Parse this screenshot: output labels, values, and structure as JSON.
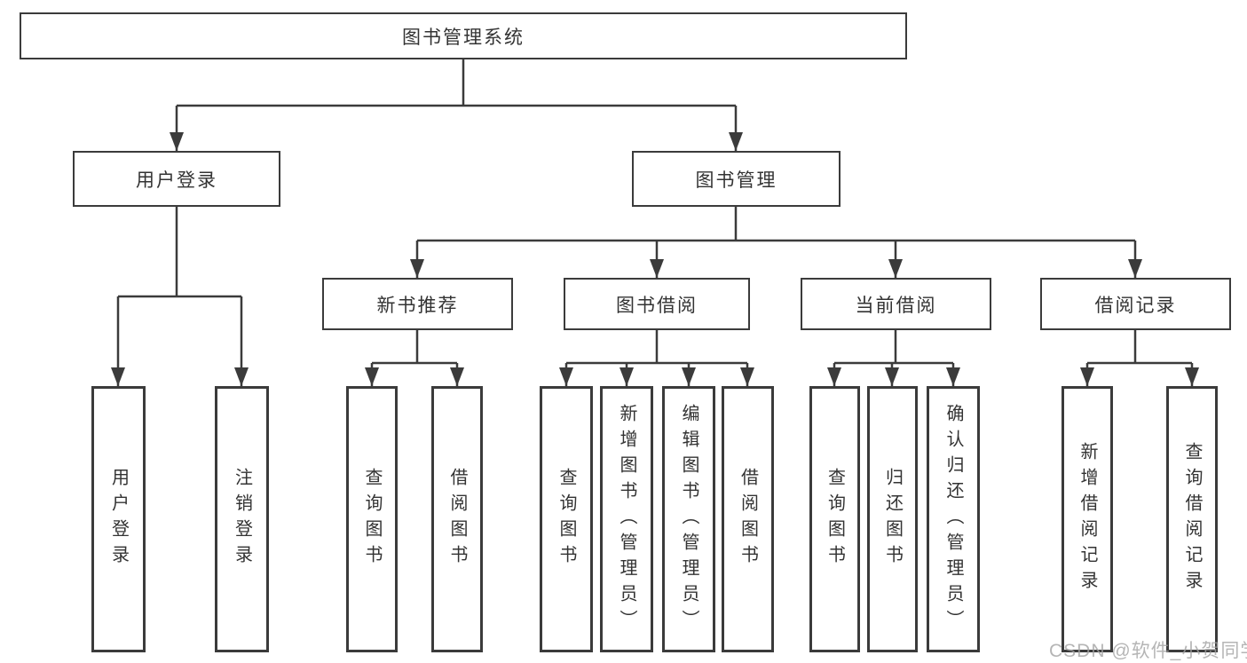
{
  "tree": {
    "label": "图书管理系统",
    "children": [
      {
        "label": "用户登录",
        "children": [
          {
            "label": "用户登录"
          },
          {
            "label": "注销登录"
          }
        ]
      },
      {
        "label": "图书管理",
        "children": [
          {
            "label": "新书推荐",
            "children": [
              {
                "label": "查询图书"
              },
              {
                "label": "借阅图书"
              }
            ]
          },
          {
            "label": "图书借阅",
            "children": [
              {
                "label": "查询图书"
              },
              {
                "label": "新增图书（管理员）"
              },
              {
                "label": "编辑图书（管理员）"
              },
              {
                "label": "借阅图书"
              }
            ]
          },
          {
            "label": "当前借阅",
            "children": [
              {
                "label": "查询图书"
              },
              {
                "label": "归还图书"
              },
              {
                "label": "确认归还（管理员）"
              }
            ]
          },
          {
            "label": "借阅记录",
            "children": [
              {
                "label": "新增借阅记录"
              },
              {
                "label": "查询借阅记录"
              }
            ]
          }
        ]
      }
    ]
  },
  "watermark": "CSDN @软件_小贺同学",
  "colors": {
    "line": "#3b3b3b",
    "text": "#333333",
    "watermark": "#a3a3a3",
    "background": "#ffffff"
  }
}
